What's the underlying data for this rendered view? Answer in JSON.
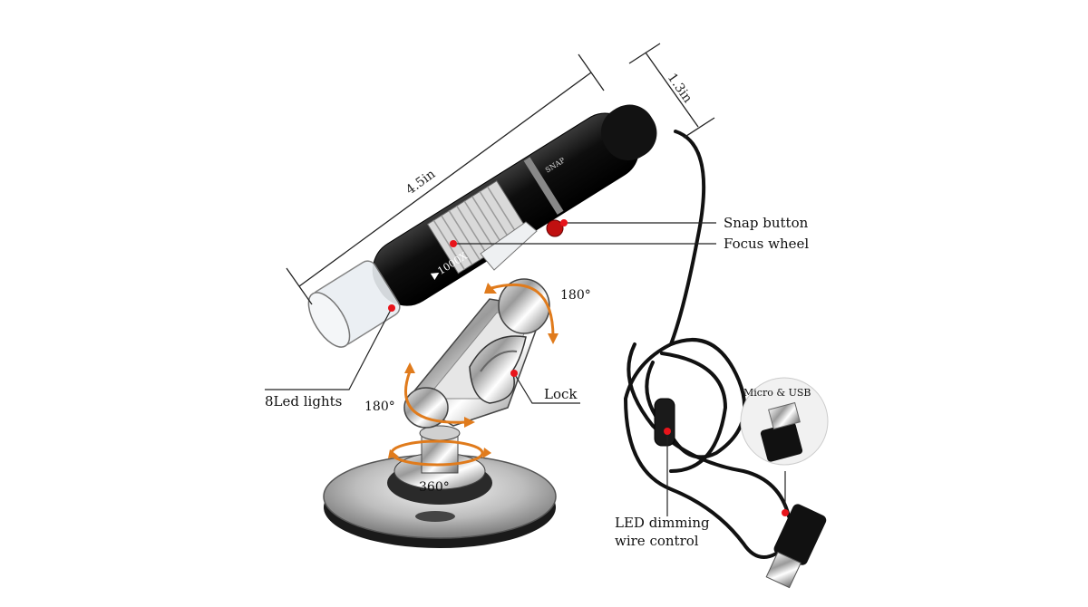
{
  "dimensions": {
    "length": "4.5in",
    "diameter": "1.3in"
  },
  "callouts": {
    "snap_button": "Snap button",
    "focus_wheel": "Focus wheel",
    "led_lights": "8Led lights",
    "lock": "Lock",
    "led_dimming_line1": "LED dimming",
    "led_dimming_line2": "wire control",
    "micro_usb": "Micro & USB"
  },
  "rotation": {
    "upper": "180°",
    "lower": "180°",
    "base": "360°"
  },
  "device_markings": {
    "snap": "SNAP",
    "magnification": "▶1000X"
  },
  "colors": {
    "callout_dot": "#e8141b",
    "rotation_arrow": "#e07b1c",
    "body": "#0d0d0d"
  }
}
